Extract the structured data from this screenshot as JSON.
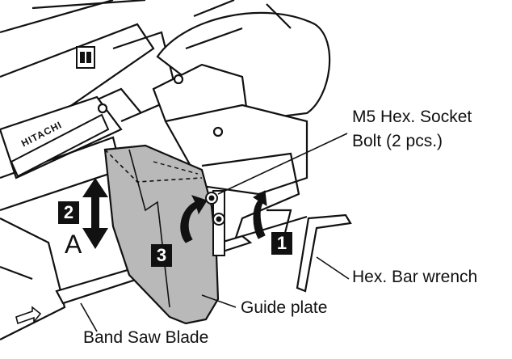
{
  "callouts": {
    "bolt_line1": "M5 Hex. Socket",
    "bolt_line2": "Bolt (2 pcs.)",
    "wrench": "Hex. Bar wrench",
    "guide_plate": "Guide plate",
    "blade": "Band Saw Blade",
    "direction_letter": "A"
  },
  "steps": {
    "s1": "1",
    "s2": "2",
    "s3": "3"
  },
  "brand": {
    "logo_text": "HITACHI"
  },
  "colors": {
    "line": "#111111",
    "guide_plate_fill": "#b9b9b9",
    "background": "#ffffff"
  }
}
